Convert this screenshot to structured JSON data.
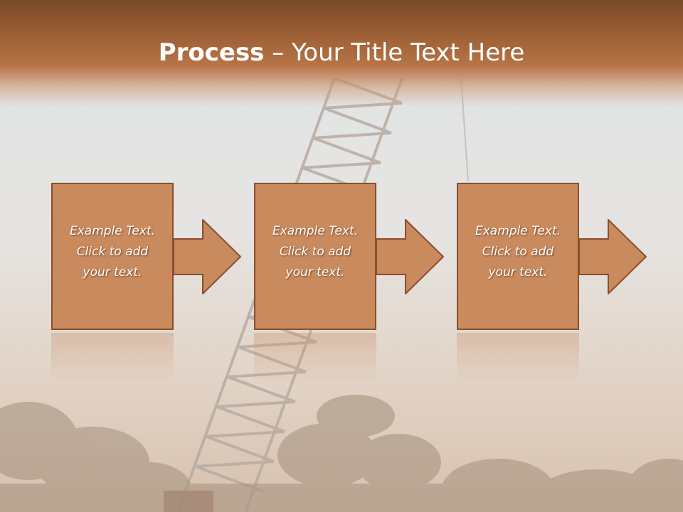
{
  "slide": {
    "title_bold": "Process",
    "title_rest": " – Your Title Text Here"
  },
  "steps": [
    {
      "label": "Example Text.\nClick  to add\nyour text."
    },
    {
      "label": "Example Text.\nClick  to add\nyour text."
    },
    {
      "label": "Example Text.\nClick  to add\nyour text."
    }
  ],
  "colors": {
    "header_dark": "#7a4a28",
    "header_mid": "#b77547",
    "shape_fill": "#c98a5e",
    "shape_stroke": "#8a4e2c",
    "text": "#ffffff"
  }
}
